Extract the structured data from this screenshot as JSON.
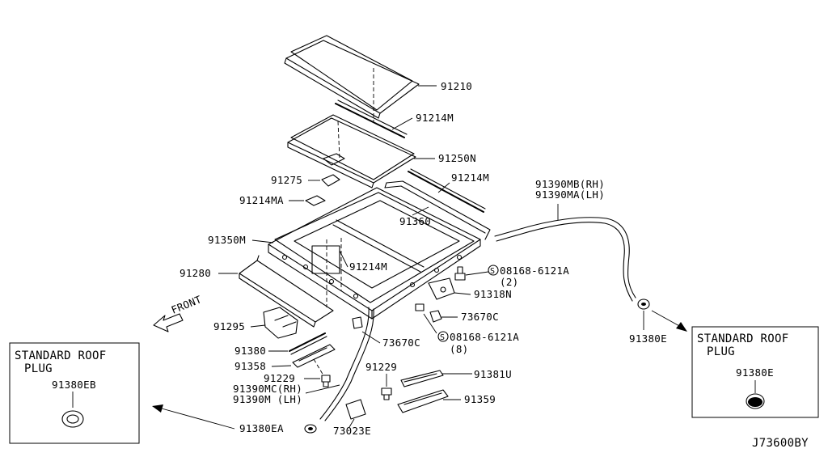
{
  "labels": {
    "p91210": "91210",
    "p91214m_top": "91214M",
    "p91250n": "91250N",
    "p91275": "91275",
    "p91214m_right": "91214M",
    "p91214ma": "91214MA",
    "p91360": "91360",
    "p91390mb": "91390MB(RH)",
    "p91390ma": "91390MA(LH)",
    "p91350m": "91350M",
    "p91214m_mid": "91214M",
    "p08168_top": "08168-6121A",
    "p08168_top_qty": "(2)",
    "p91280": "91280",
    "p91318n": "91318N",
    "front": "FRONT",
    "p73670c_right": "73670C",
    "p91295": "91295",
    "p73670c_mid": "73670C",
    "p08168_bot": "08168-6121A",
    "p08168_bot_qty": "(8)",
    "p91380": "91380",
    "p91358": "91358",
    "p91229_left": "91229",
    "p91229_right": "91229",
    "p91381u": "91381U",
    "p91390mc": "91390MC(RH)",
    "p91390m": "91390M (LH)",
    "p91359": "91359",
    "p91380ea": "91380EA",
    "p73023e": "73023E",
    "p91380e": "91380E",
    "diagram_id": "J73600BY"
  },
  "bolt_symbol": "S",
  "left_box": {
    "title_line1": "STANDARD ROOF",
    "title_line2": "PLUG",
    "part": "91380EB"
  },
  "right_box": {
    "title_line1": "STANDARD ROOF",
    "title_line2": "PLUG",
    "part": "91380E"
  }
}
